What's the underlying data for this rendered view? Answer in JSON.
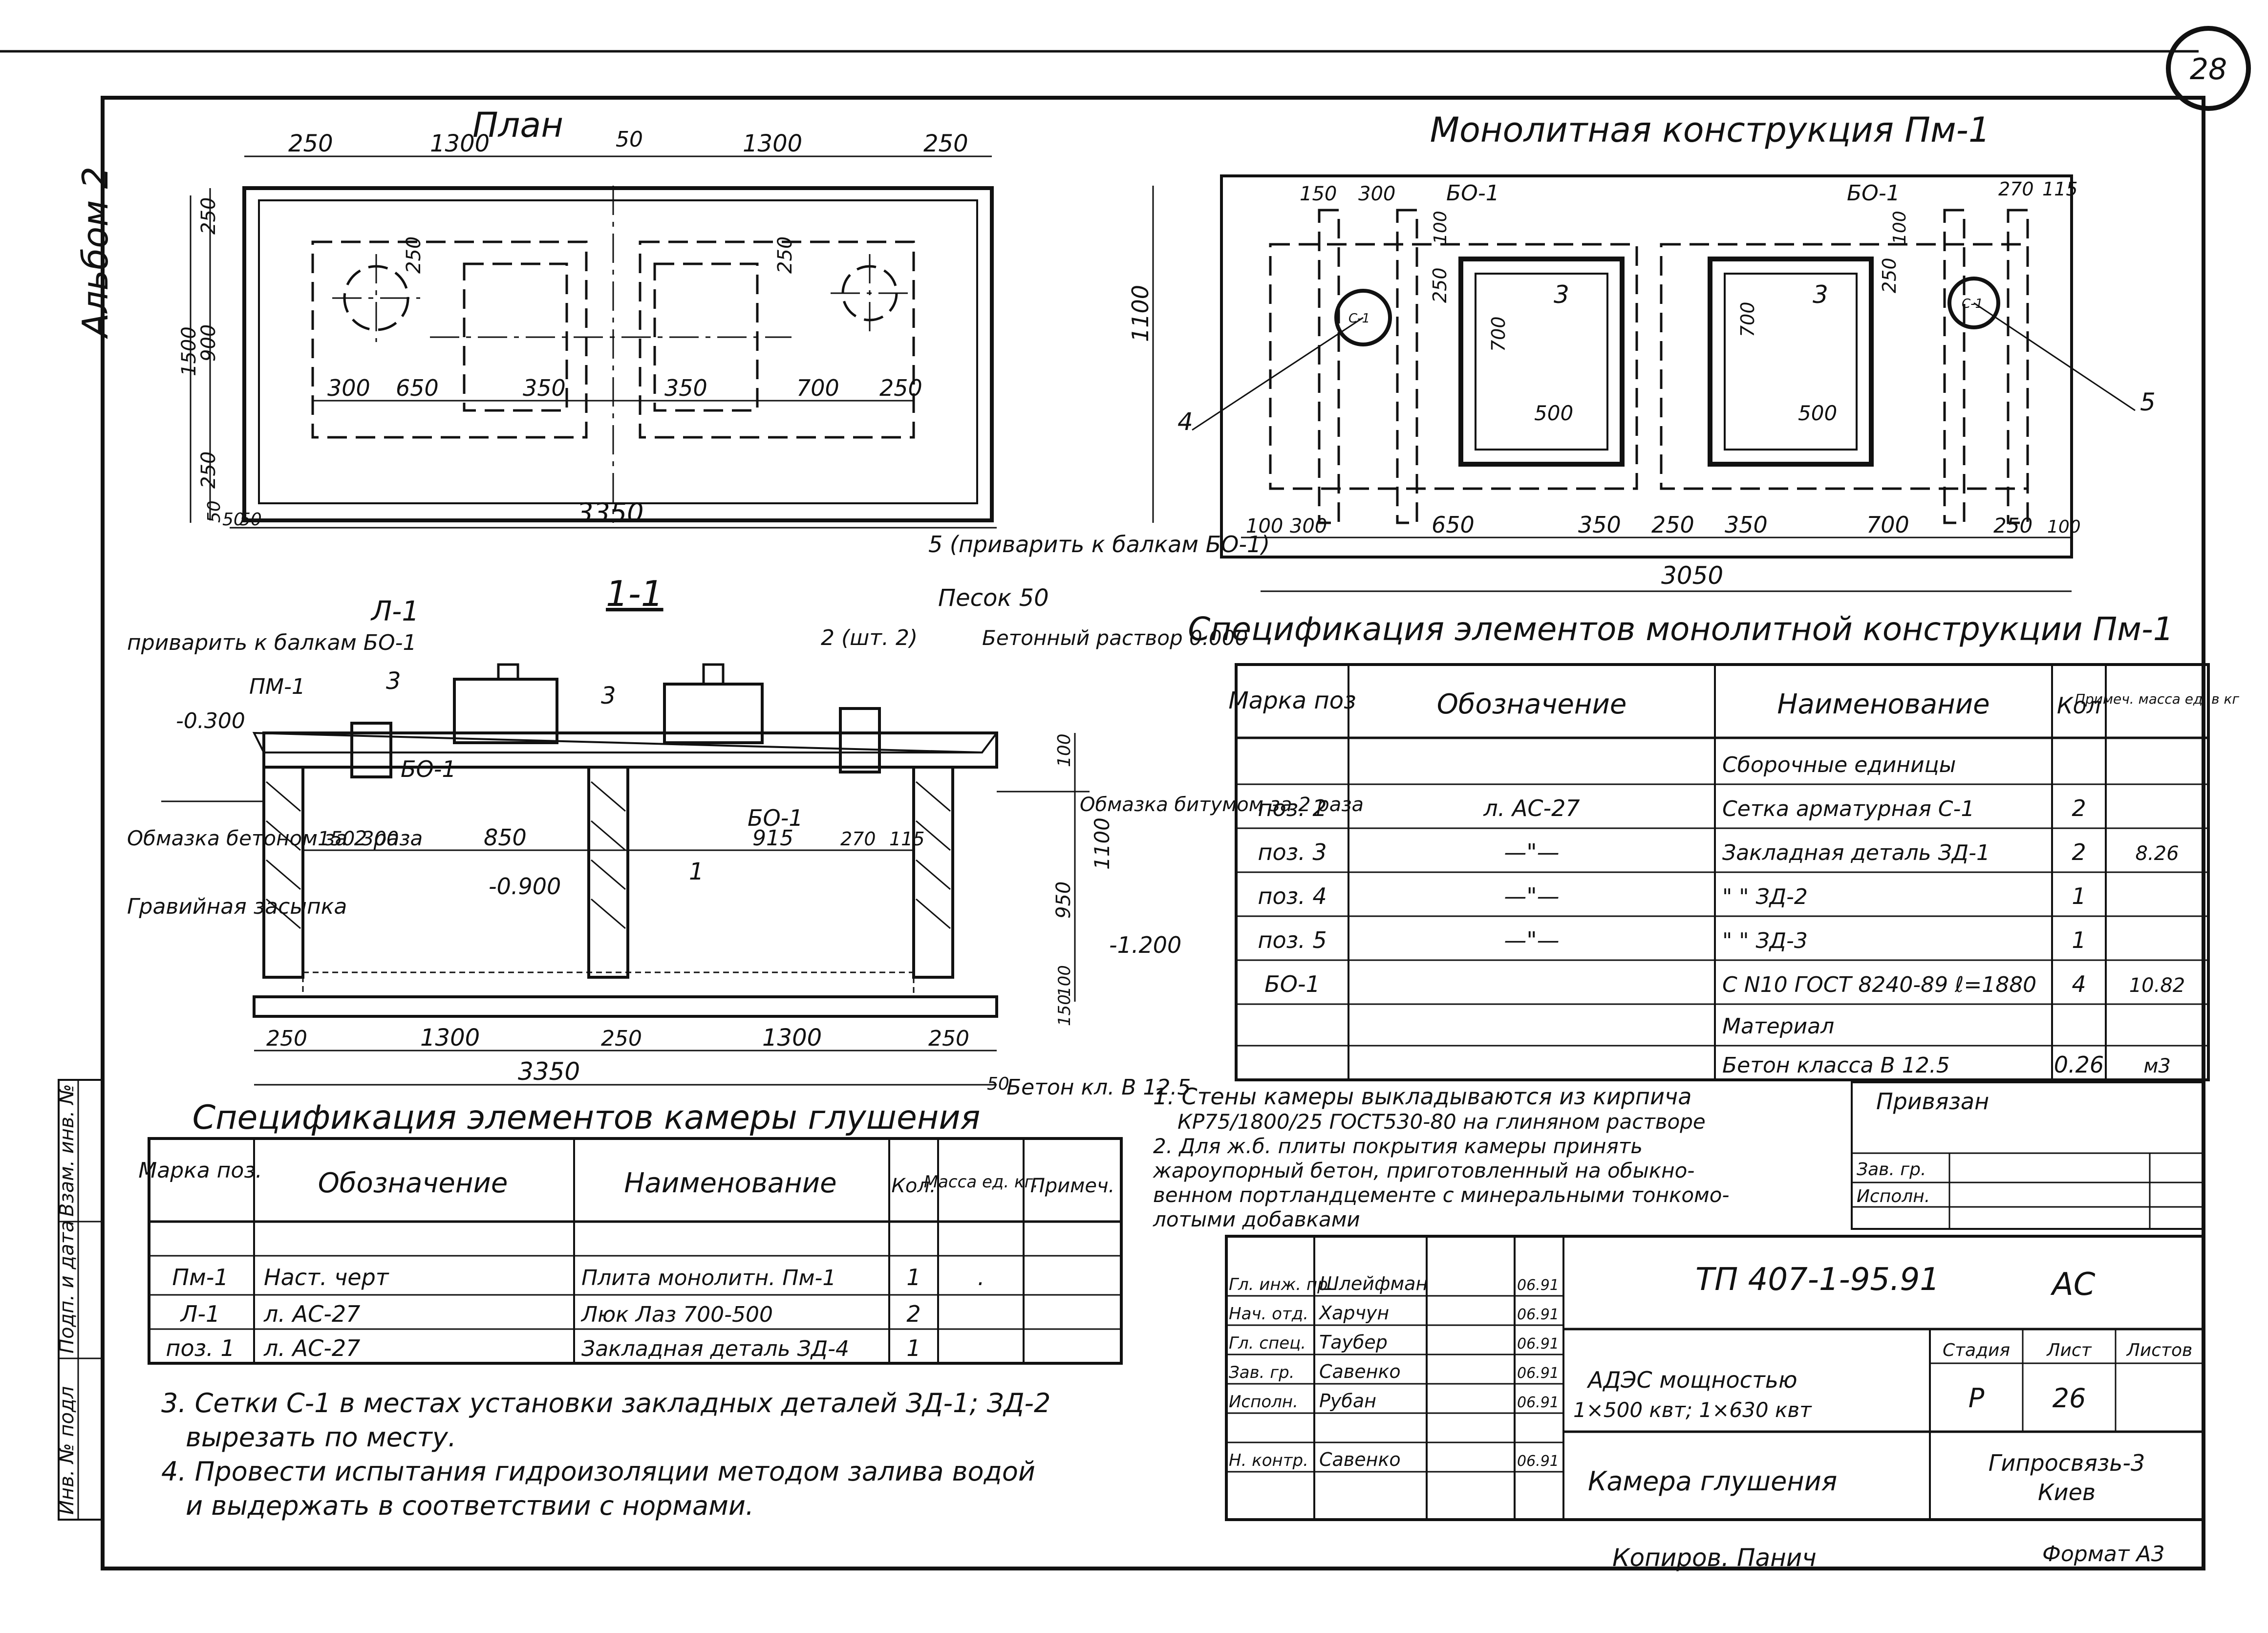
{
  "sheet": {
    "sheet_no": "28",
    "album": "Альбом 2",
    "side_stamp": [
      "Взам. инв. №",
      "Подп. и дата",
      "Инв. № подл"
    ],
    "copied": "Копиров. Панич",
    "format": "Формат А3"
  },
  "plan": {
    "title": "План",
    "top_dims": [
      "250",
      "1300",
      "50",
      "1300",
      "250"
    ],
    "left_dims": [
      "250",
      "900",
      "250",
      "1500",
      "50"
    ],
    "inner_dims": [
      "250",
      "250",
      "300",
      "650",
      "350",
      "350",
      "700",
      "250"
    ],
    "bottom_dims": [
      "50",
      "50",
      "3350"
    ]
  },
  "pm1": {
    "title": "Монолитная конструкция Пм-1",
    "labels": [
      "150",
      "300",
      "БО-1",
      "БО-1",
      "270",
      "115",
      "100",
      "100",
      "250",
      "250",
      "700",
      "700",
      "3",
      "3",
      "500",
      "500",
      "4",
      "5",
      "1100",
      "С-1",
      "С-1"
    ],
    "bottom_dims": [
      "100",
      "300",
      "650",
      "350",
      "250",
      "350",
      "700",
      "250",
      "100"
    ],
    "total": "3050"
  },
  "section": {
    "title": "1-1",
    "callouts": [
      "Л-1",
      "приварить к балкам БО-1",
      "ПМ-1",
      "3",
      "3",
      "-0.300",
      "2 (шт. 2)",
      "Песок 50",
      "5 (приварить к балкам БО-1)",
      "Бетонный раствор 0.000",
      "БО-1",
      "БО-1",
      "Обмазка битумом за 2 раза",
      "Обмазка бетоном за 2 раза",
      "Гравийная засыпка",
      "-0.900",
      "1",
      "-1.200",
      "Бетон кл. В 12.5"
    ],
    "dims": [
      "150",
      "300",
      "850",
      "915",
      "270",
      "115",
      "100",
      "950",
      "1100",
      "100",
      "150",
      "250",
      "1300",
      "250",
      "1300",
      "250",
      "3350",
      "50"
    ]
  },
  "spec_pm1": {
    "title": "Спецификация элементов монолитной конструкции Пм-1",
    "headers": [
      "Марка поз",
      "Обозначение",
      "Наименование",
      "Кол",
      "Примеч. масса ед. в кг"
    ],
    "rows": [
      [
        "",
        "",
        "Сборочные единицы",
        "",
        ""
      ],
      [
        "поз. 2",
        "л. АС-27",
        "Сетка арматурная С-1",
        "2",
        ""
      ],
      [
        "поз. 3",
        "—\"—",
        "Закладная деталь ЗД-1",
        "2",
        "8.26"
      ],
      [
        "поз. 4",
        "—\"—",
        "\"   \"   ЗД-2",
        "1",
        ""
      ],
      [
        "поз. 5",
        "—\"—",
        "\"   \"   ЗД-3",
        "1",
        ""
      ],
      [
        "БО-1",
        "",
        "С N10 ГОСТ 8240-89 ℓ=1880",
        "4",
        "10.82"
      ],
      [
        "",
        "",
        "Материал",
        "",
        ""
      ],
      [
        "",
        "",
        "Бетон класса В 12.5",
        "0.26",
        "м3"
      ]
    ]
  },
  "spec_chamber": {
    "title": "Спецификация элементов камеры глушения",
    "headers": [
      "Марка поз.",
      "Обозначение",
      "Наименование",
      "Кол.",
      "Масса ед. кг.",
      "Примеч."
    ],
    "rows": [
      [
        "",
        "",
        "",
        "",
        "",
        ""
      ],
      [
        "Пм-1",
        "Наст. черт",
        "Плита монолитн. Пм-1",
        "1",
        ".",
        ""
      ],
      [
        "Л-1",
        "л. АС-27",
        "Люк Лаз 700-500",
        "2",
        "",
        ""
      ],
      [
        "поз. 1",
        "л. АС-27",
        "Закладная деталь ЗД-4",
        "1",
        "",
        ""
      ]
    ]
  },
  "notes": {
    "n1": [
      "1. Стены камеры выкладываются из кирпича",
      "КР75/1800/25 ГОСТ530-80 на глиняном растворе"
    ],
    "n2": [
      "2. Для ж.б. плиты покрытия камеры принять",
      "жароупорный бетон, приготовленный на обыкно-",
      "венном портландцементе с минеральными тонкомо-",
      "лотыми добавками"
    ],
    "n3": [
      "3. Сетки С-1 в местах установки закладных деталей ЗД-1; ЗД-2",
      "вырезать по месту."
    ],
    "n4": [
      "4. Провести испытания гидроизоляции методом залива водой",
      "и выдержать в соответствии с нормами."
    ]
  },
  "binding": {
    "title": "Привязан",
    "rows": [
      "Зав. гр.",
      "Исполн."
    ]
  },
  "title_block": {
    "code": "ТП 407-1-95.91",
    "mark": "АС",
    "project": [
      "АДЭС мощностью",
      "1×500 квт; 1×630 квт"
    ],
    "sheet_title": "Камера глушения",
    "org": [
      "Гипросвязь-3",
      "Киев"
    ],
    "stage_headers": [
      "Стадия",
      "Лист",
      "Листов"
    ],
    "stage_values": [
      "Р",
      "26",
      ""
    ],
    "signers": [
      {
        "role": "Гл. инж. пр.",
        "name": "Шлейфман",
        "date": "06.91"
      },
      {
        "role": "Нач. отд.",
        "name": "Харчун",
        "date": "06.91"
      },
      {
        "role": "Гл. спец.",
        "name": "Таубер",
        "date": "06.91"
      },
      {
        "role": "Зав. гр.",
        "name": "Савенко",
        "date": "06.91"
      },
      {
        "role": "Исполн.",
        "name": "Рубан",
        "date": "06.91"
      },
      {
        "role": "",
        "name": "",
        "date": ""
      },
      {
        "role": "Н. контр.",
        "name": "Савенко",
        "date": "06.91"
      }
    ]
  }
}
